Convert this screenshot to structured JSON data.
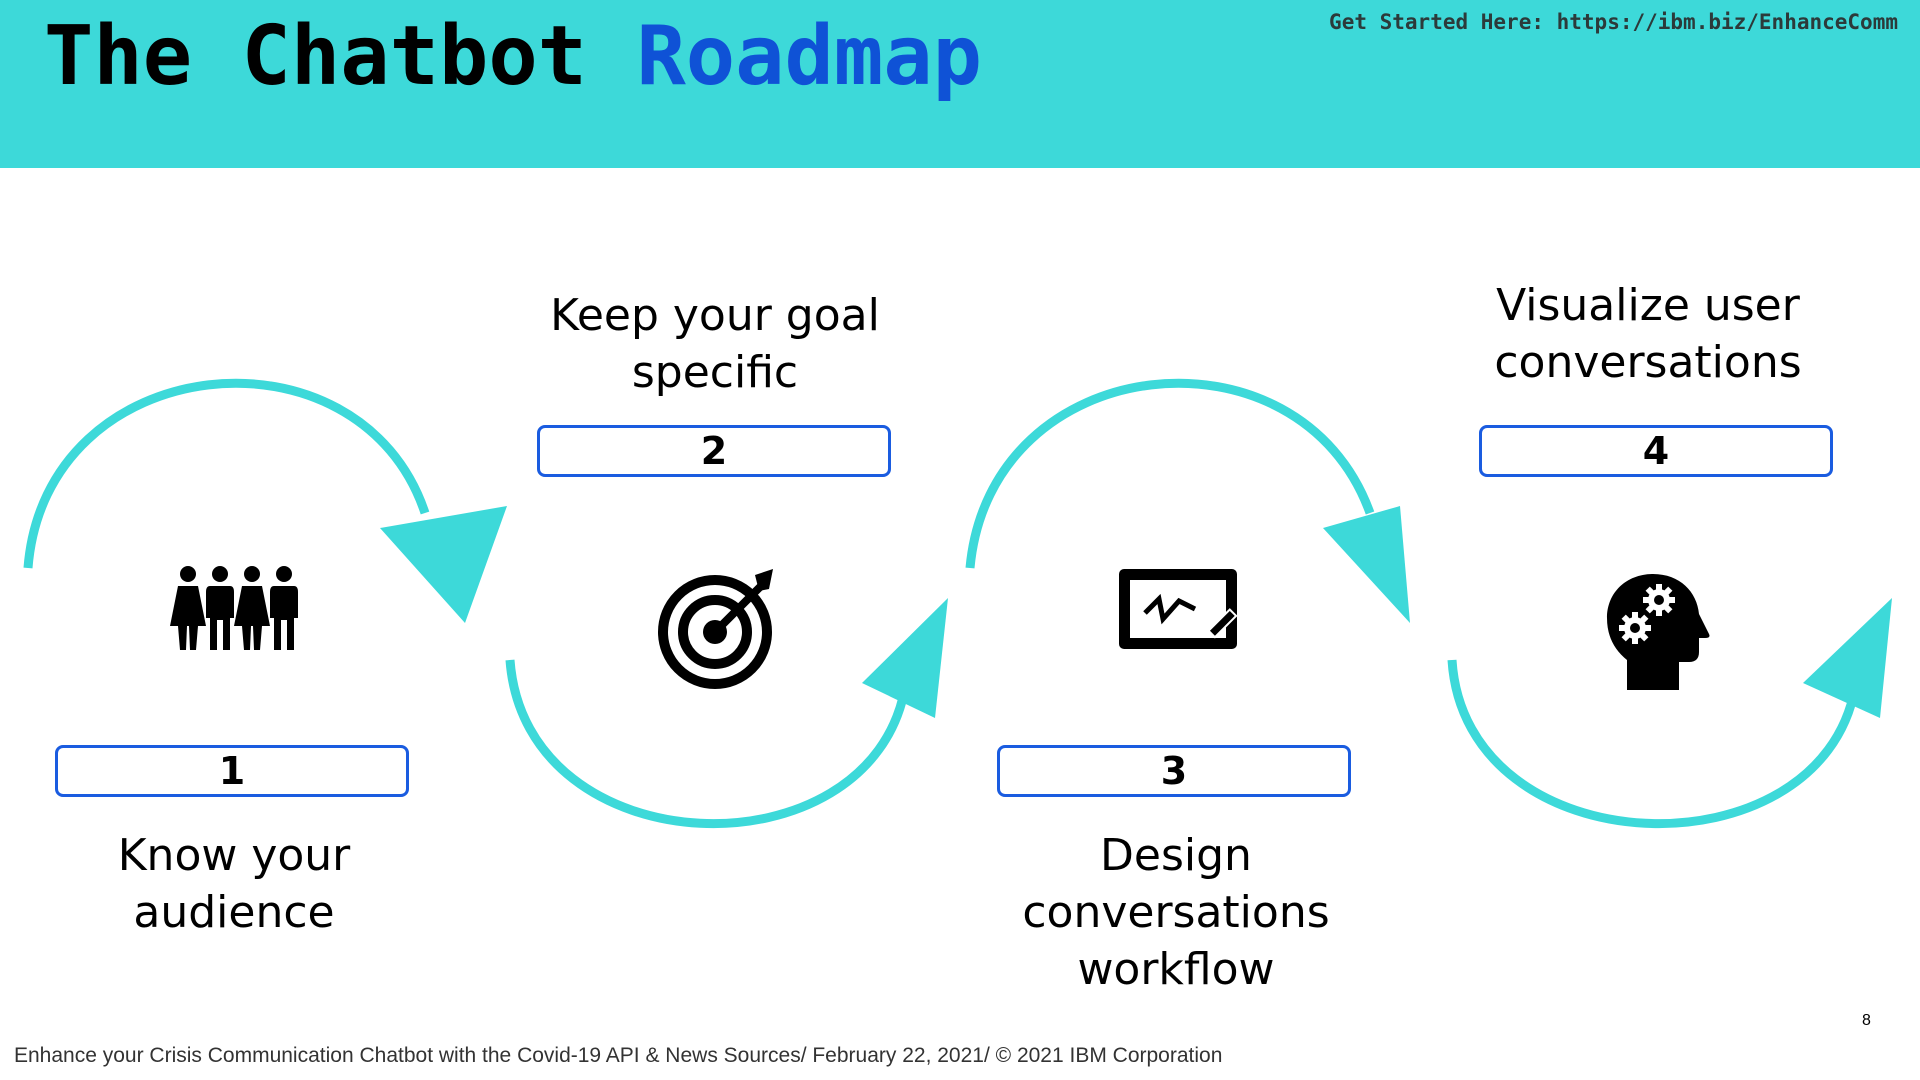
{
  "header": {
    "title_part1": "The Chatbot",
    "title_part2": "Roadmap",
    "get_started": "Get Started Here: https://ibm.biz/EnhanceComm",
    "background_color": "#3dd9d9",
    "accent_color": "#0f52d6"
  },
  "steps": [
    {
      "number": "1",
      "label": "Know your audience",
      "icon": "people-group-icon"
    },
    {
      "number": "2",
      "label": "Keep your goal specific",
      "icon": "target-arrow-icon"
    },
    {
      "number": "3",
      "label": "Design conversations workflow",
      "icon": "whiteboard-icon"
    },
    {
      "number": "4",
      "label": "Visualize user conversations",
      "icon": "head-gears-icon"
    }
  ],
  "footer": {
    "text": "Enhance your Crisis Communication Chatbot with the Covid-19 API & News Sources/ February 22, 2021/ © 2021 IBM Corporation",
    "page_number": "8"
  },
  "colors": {
    "arrow": "#3dd9d9",
    "box_border": "#1a5ce0"
  }
}
